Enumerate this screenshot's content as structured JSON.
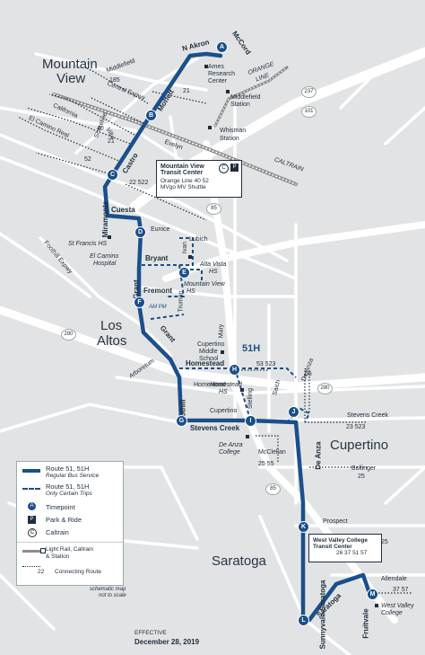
{
  "map": {
    "cities": [
      {
        "id": "mountain-view-line1",
        "text": "Mountain"
      },
      {
        "id": "mountain-view-line2",
        "text": "View"
      },
      {
        "id": "los-altos-line1",
        "text": "Los"
      },
      {
        "id": "los-altos-line2",
        "text": "Altos"
      },
      {
        "id": "cupertino",
        "text": "Cupertino"
      },
      {
        "id": "saratoga",
        "text": "Saratoga"
      }
    ],
    "streets": [
      {
        "id": "n-akron",
        "text": "N Akron"
      },
      {
        "id": "mccord",
        "text": "McCord"
      },
      {
        "id": "moffett",
        "text": "Moffett"
      },
      {
        "id": "middlefield",
        "text": "Middlefield"
      },
      {
        "id": "central-expwy",
        "text": "Central Expwy"
      },
      {
        "id": "california",
        "text": "California"
      },
      {
        "id": "el-camino-real",
        "text": "El Camino Real"
      },
      {
        "id": "shoreline",
        "text": "Shoreline"
      },
      {
        "id": "villa",
        "text": "Villa"
      },
      {
        "id": "evelyn",
        "text": "Evelyn"
      },
      {
        "id": "castro",
        "text": "Castro"
      },
      {
        "id": "miramonte",
        "text": "Miramonte"
      },
      {
        "id": "cuesta",
        "text": "Cuesta"
      },
      {
        "id": "eunice",
        "text": "Eunice"
      },
      {
        "id": "lubich",
        "text": "Lubich"
      },
      {
        "id": "ivan",
        "text": "Ivan"
      },
      {
        "id": "bryant",
        "text": "Bryant"
      },
      {
        "id": "grant-1",
        "text": "Grant"
      },
      {
        "id": "fremont",
        "text": "Fremont"
      },
      {
        "id": "truman",
        "text": "Truman"
      },
      {
        "id": "foothill-expwy",
        "text": "Foothill Expwy"
      },
      {
        "id": "grant-2",
        "text": "Grant"
      },
      {
        "id": "arboretum",
        "text": "Arboretum"
      },
      {
        "id": "homestead-1",
        "text": "Homestead"
      },
      {
        "id": "mary",
        "text": "Mary"
      },
      {
        "id": "foothill",
        "text": "Foothill"
      },
      {
        "id": "homestead-2",
        "text": "Homestead"
      },
      {
        "id": "stelling",
        "text": "Stelling"
      },
      {
        "id": "saich",
        "text": "Saich"
      },
      {
        "id": "de-anza-1",
        "text": "De Anza"
      },
      {
        "id": "cupertino-rd",
        "text": "Cupertino"
      },
      {
        "id": "stevens-creek-1",
        "text": "Stevens Creek"
      },
      {
        "id": "stevens-creek-2",
        "text": "Stevens Creek"
      },
      {
        "id": "mcclellan",
        "text": "McClellan"
      },
      {
        "id": "de-anza-2",
        "text": "De Anza"
      },
      {
        "id": "bollinger",
        "text": "Bollinger"
      },
      {
        "id": "prospect",
        "text": "Prospect"
      },
      {
        "id": "sunnyvale-saratoga",
        "text": "Sunnyvale-Saratoga"
      },
      {
        "id": "saratoga-rd",
        "text": "Saratoga"
      },
      {
        "id": "fruitvale",
        "text": "Fruitvale"
      },
      {
        "id": "allendale",
        "text": "Allendale"
      },
      {
        "id": "caltrain-line",
        "text": "CALTRAIN"
      },
      {
        "id": "orange-line-1",
        "text": "ORANGE"
      },
      {
        "id": "orange-line-2",
        "text": "LINE"
      }
    ],
    "places": [
      {
        "id": "ames-1",
        "text": "Ames"
      },
      {
        "id": "ames-2",
        "text": "Research"
      },
      {
        "id": "ames-3",
        "text": "Center"
      },
      {
        "id": "middlefield-st-1",
        "text": "Middlefield"
      },
      {
        "id": "middlefield-st-2",
        "text": "Station"
      },
      {
        "id": "whisman-1",
        "text": "Whisman"
      },
      {
        "id": "whisman-2",
        "text": "Station"
      },
      {
        "id": "st-francis",
        "text": "St Francis HS"
      },
      {
        "id": "el-camino-hosp-1",
        "text": "El Camino"
      },
      {
        "id": "el-camino-hosp-2",
        "text": "Hospital"
      },
      {
        "id": "alta-vista-1",
        "text": "Alta Vista"
      },
      {
        "id": "alta-vista-2",
        "text": "HS"
      },
      {
        "id": "mv-hs-1",
        "text": "Mountain View"
      },
      {
        "id": "mv-hs-2",
        "text": "HS"
      },
      {
        "id": "cupertino-ms-1",
        "text": "Cupertino"
      },
      {
        "id": "cupertino-ms-2",
        "text": "Middle"
      },
      {
        "id": "cupertino-ms-3",
        "text": "School"
      },
      {
        "id": "homestead-hs-1",
        "text": "Homestead"
      },
      {
        "id": "homestead-hs-2",
        "text": "HS"
      },
      {
        "id": "de-anza-college-1",
        "text": "De Anza"
      },
      {
        "id": "de-anza-college-2",
        "text": "College"
      },
      {
        "id": "wvc-1",
        "text": "West Valley"
      },
      {
        "id": "wvc-2",
        "text": "College"
      }
    ],
    "timepoints": [
      {
        "id": "A",
        "text": "A"
      },
      {
        "id": "B",
        "text": "B"
      },
      {
        "id": "C",
        "text": "C"
      },
      {
        "id": "D",
        "text": "D"
      },
      {
        "id": "E",
        "text": "E"
      },
      {
        "id": "F",
        "text": "F"
      },
      {
        "id": "G",
        "text": "G"
      },
      {
        "id": "H",
        "text": "H"
      },
      {
        "id": "I",
        "text": "I"
      },
      {
        "id": "J",
        "text": "J"
      },
      {
        "id": "K",
        "text": "K"
      },
      {
        "id": "L",
        "text": "L"
      },
      {
        "id": "M",
        "text": "M"
      }
    ],
    "highway_shields": [
      {
        "id": "hw-237",
        "text": "237"
      },
      {
        "id": "hw-101",
        "text": "101"
      },
      {
        "id": "hw-85-a",
        "text": "85"
      },
      {
        "id": "hw-280-a",
        "text": "280"
      },
      {
        "id": "hw-280-b",
        "text": "280"
      },
      {
        "id": "hw-85-b",
        "text": "85"
      }
    ],
    "connecting_routes": [
      {
        "id": "r-185",
        "text": "185"
      },
      {
        "id": "r-21-a",
        "text": "21"
      },
      {
        "id": "r-40",
        "text": "40"
      },
      {
        "id": "r-21-b",
        "text": "21"
      },
      {
        "id": "r-52",
        "text": "52"
      },
      {
        "id": "r-22-522",
        "text": "22 522"
      },
      {
        "id": "r-53-523",
        "text": "53 523"
      },
      {
        "id": "r-55-a",
        "text": "55"
      },
      {
        "id": "r-23-523",
        "text": "23 523"
      },
      {
        "id": "r-25-55",
        "text": "25 55"
      },
      {
        "id": "r-25-a",
        "text": "25"
      },
      {
        "id": "r-25-b",
        "text": "25"
      },
      {
        "id": "r-37-57",
        "text": "37 57"
      }
    ],
    "route_51h_label": "51H",
    "am_pm": "AM  PM",
    "mv_transit_center": {
      "title_1": "Mountain View",
      "title_2": "Transit Center",
      "line_1": "Orange Line  40  52",
      "line_2": "MVgo  MV Shuttle"
    },
    "wvc_transit_center": {
      "title_1": "West Valley College",
      "title_2": "Transit Center",
      "line_1": "26  37  51  57"
    }
  },
  "legend": {
    "route_name": "Route 51, 51H",
    "route_desc": "Regular Bus Service",
    "certain_name": "Route 51, 51H",
    "certain_desc": "Only Certain Trips",
    "timepoint": "Timepoint",
    "park_ride": "Park & Ride",
    "caltrain": "Caltrain",
    "light_rail": "Light Rail, Caltrain",
    "light_rail_2": "& Station",
    "connecting_num": "22",
    "connecting": "Connecting Route"
  },
  "notes": {
    "schematic_1": "schematic map",
    "schematic_2": "not to scale",
    "effective_label": "EFFECTIVE",
    "effective_date": "December 28, 2019"
  },
  "colors": {
    "route": "#1a4f8b",
    "road": "#ffffff",
    "background": "#e2e3e4",
    "rail": "#8c8c8c",
    "text": "#1f2d3d"
  }
}
